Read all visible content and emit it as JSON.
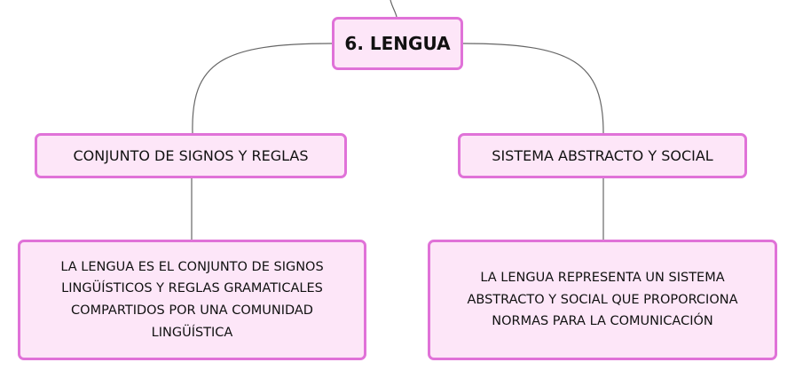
{
  "diagram": {
    "root": {
      "label": "6. LENGUA"
    },
    "branches": [
      {
        "label": "CONJUNTO DE SIGNOS Y REGLAS",
        "detail": "LA LENGUA ES EL CONJUNTO DE SIGNOS LINGÜÍSTICOS Y REGLAS GRAMATICALES COMPARTIDOS POR UNA COMUNIDAD LINGÜÍSTICA"
      },
      {
        "label": "SISTEMA ABSTRACTO Y SOCIAL",
        "detail": "LA LENGUA REPRESENTA UN SISTEMA ABSTRACTO Y SOCIAL QUE PROPORCIONA NORMAS PARA LA COMUNICACIÓN"
      }
    ],
    "colors": {
      "node_fill": "#fde6f8",
      "node_border": "#e072d8",
      "connector": "#666666"
    }
  }
}
